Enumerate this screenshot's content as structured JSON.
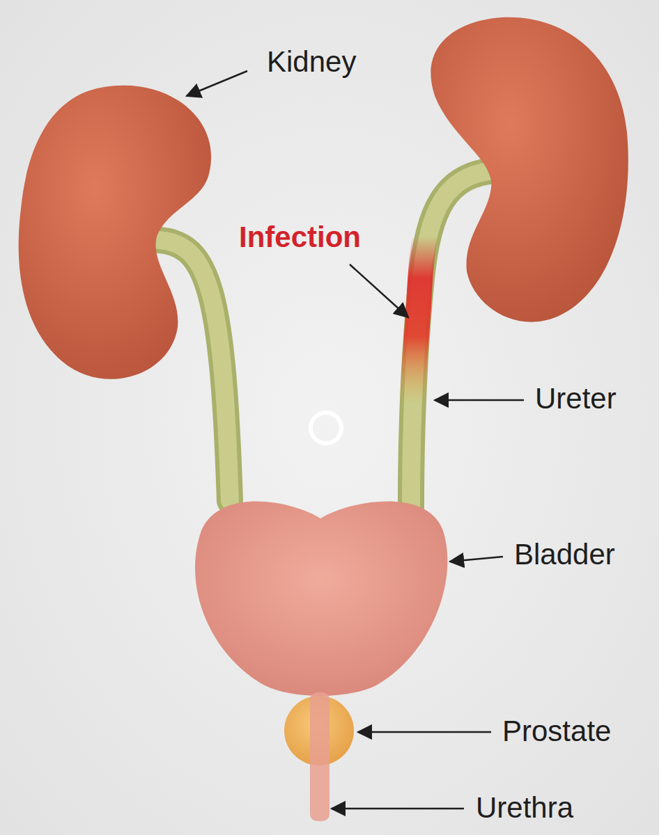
{
  "diagram": {
    "labels": [
      "Kidney",
      "Infection",
      "Ureter",
      "Bladder",
      "Prostate",
      "Urethra"
    ]
  }
}
